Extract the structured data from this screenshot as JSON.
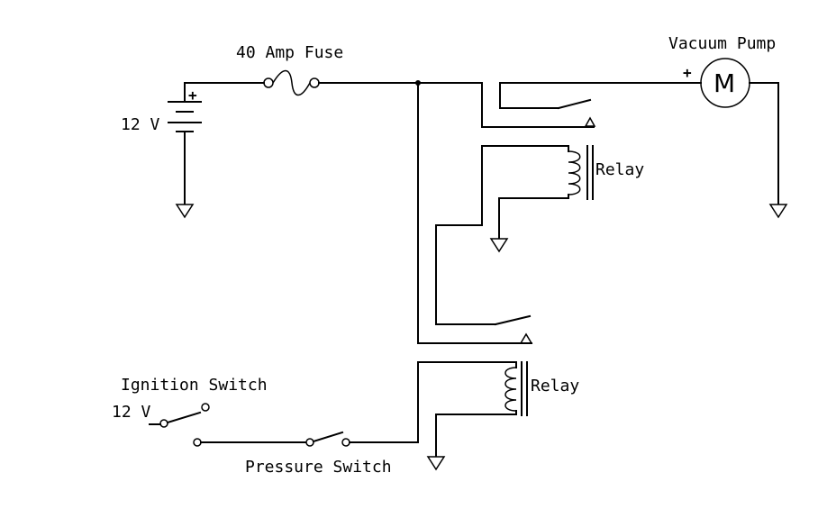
{
  "labels": {
    "fuse": "40 Amp Fuse",
    "battery_voltage": "12 V",
    "battery_plus": "+",
    "motor_name": "Vacuum Pump",
    "motor_plus": "+",
    "motor_letter": "M",
    "relay_upper": "Relay",
    "relay_lower": "Relay",
    "ignition_switch": "Ignition Switch",
    "ignition_voltage": "12 V",
    "pressure_switch": "Pressure Switch"
  },
  "components": [
    {
      "id": "battery",
      "kind": "battery",
      "label": "12 V"
    },
    {
      "id": "fuse",
      "kind": "fuse",
      "label": "40 Amp Fuse"
    },
    {
      "id": "motor",
      "kind": "motor",
      "label": "Vacuum Pump"
    },
    {
      "id": "relay-upper",
      "kind": "relay",
      "label": "Relay"
    },
    {
      "id": "relay-lower",
      "kind": "relay",
      "label": "Relay"
    },
    {
      "id": "ignition-switch",
      "kind": "switch",
      "label": "Ignition Switch"
    },
    {
      "id": "pressure-switch",
      "kind": "switch",
      "label": "Pressure Switch"
    }
  ]
}
